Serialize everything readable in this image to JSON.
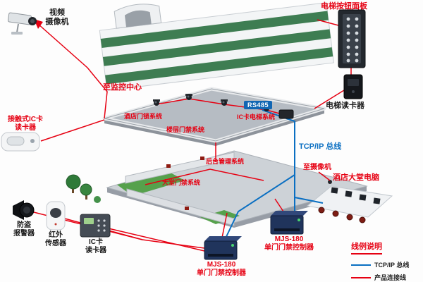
{
  "diagram": {
    "labels": {
      "video_camera": "视频\n摄像机",
      "elevator_panel": "电梯按钮面板",
      "to_monitor_center": "至监控中心",
      "elevator_reader": "电梯读卡器",
      "contact_ic_reader": "接触式IC卡\n读卡器",
      "door_lock_system": "酒店门锁系统",
      "floor_access_system": "楼层门禁系统",
      "rs485": "RS485",
      "ic_elevator_system": "IC卡电梯系统",
      "tcpip_bus": "TCP/IP 总线",
      "to_camera": "至摄像机",
      "backend_system": "后台管理系统",
      "lobby_access_system": "大堂门禁系统",
      "lobby_computer": "酒店大堂电脑",
      "burglar_alarm": "防盗\n报警器",
      "ir_sensor": "红外\n传感器",
      "ic_card_reader": "IC卡\n读卡器",
      "controller_front": "MJS-180\n单门门禁控制器",
      "controller_side": "MJS-180\n单门门禁控制器"
    },
    "legend": {
      "title": "线例说明",
      "items": [
        {
          "label": "TCP/IP 总线",
          "color": "#0a6fc2"
        },
        {
          "label": "产品连接线",
          "color": "#e60012"
        }
      ]
    },
    "colors": {
      "accent_red": "#e60012",
      "accent_blue": "#0a6fc2",
      "building_green": "#3e7d52"
    }
  }
}
